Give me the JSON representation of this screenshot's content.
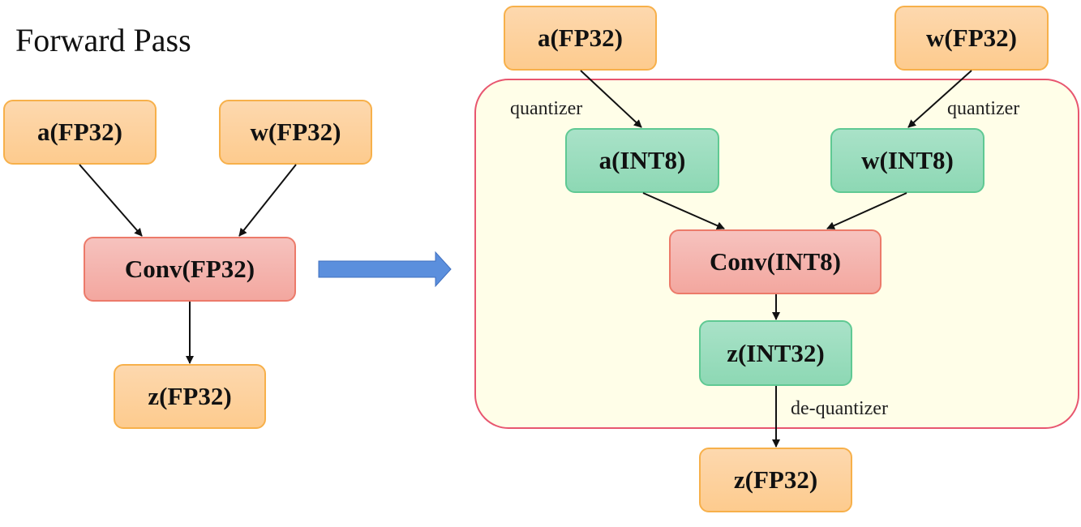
{
  "title": "Forward Pass",
  "left": {
    "nodes": {
      "a": "a(FP32)",
      "w": "w(FP32)",
      "conv": "Conv(FP32)",
      "z": "z(FP32)"
    }
  },
  "transform_arrow": {
    "icon": "right-arrow-icon",
    "color": "#5b8fdd"
  },
  "right": {
    "nodes": {
      "a_fp": "a(FP32)",
      "w_fp": "w(FP32)",
      "a_int": "a(INT8)",
      "w_int": "w(INT8)",
      "conv": "Conv(INT8)",
      "z_int": "z(INT32)",
      "z_fp": "z(FP32)"
    },
    "labels": {
      "quantizer_left": "quantizer",
      "quantizer_right": "quantizer",
      "dequantizer": "de-quantizer"
    }
  },
  "colors": {
    "fp_node": "#fdcb8e",
    "int_node": "#8dd8b4",
    "conv_node": "#f3a79f",
    "container_fill": "#fffee8",
    "container_border": "#e8566f"
  }
}
